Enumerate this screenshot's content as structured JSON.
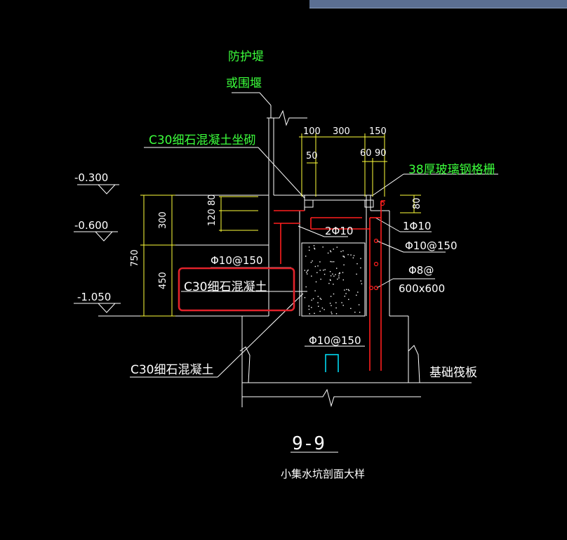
{
  "colors": {
    "background": "#000000",
    "line": "#ffffff",
    "dim": "#ffff3a",
    "label_green": "#3cff3c",
    "rebar": "#ff1f1f",
    "highlight": "#e0222a",
    "cyan": "#00e5ff"
  },
  "topbar": {
    "text": ""
  },
  "labels": {
    "protect_dike_line1": "防护堤",
    "protect_dike_line2": "或围堰",
    "c30_seat": "C30细石混凝土坐砌",
    "grating": "38厚玻璃钢格栅",
    "c30_fill": "C30细石混凝土",
    "c30_bottom": "C30细石混凝土",
    "raft": "基础筏板"
  },
  "elevations": {
    "e1": "-0.300",
    "e2": "-0.600",
    "e3": "-1.050"
  },
  "dimensions": {
    "d100": "100",
    "d300": "300",
    "d150": "150",
    "d50": "50",
    "d60": "60",
    "d90": "90",
    "d80": "80",
    "d120_80": "120 80",
    "d300v": "300",
    "d450v": "450",
    "d750v": "750"
  },
  "rebar_labels": {
    "two_phi10": "2Φ10",
    "phi10_150_left": "Φ10@150",
    "one_phi10": "1Φ10",
    "phi10_150_right": "Φ10@150",
    "phi8_line1": "Φ8@",
    "phi8_line2": "600x600",
    "phi10_150_bottom": "Φ10@150"
  },
  "section": {
    "mark": "9-9",
    "title": "小集水坑剖面大样"
  }
}
